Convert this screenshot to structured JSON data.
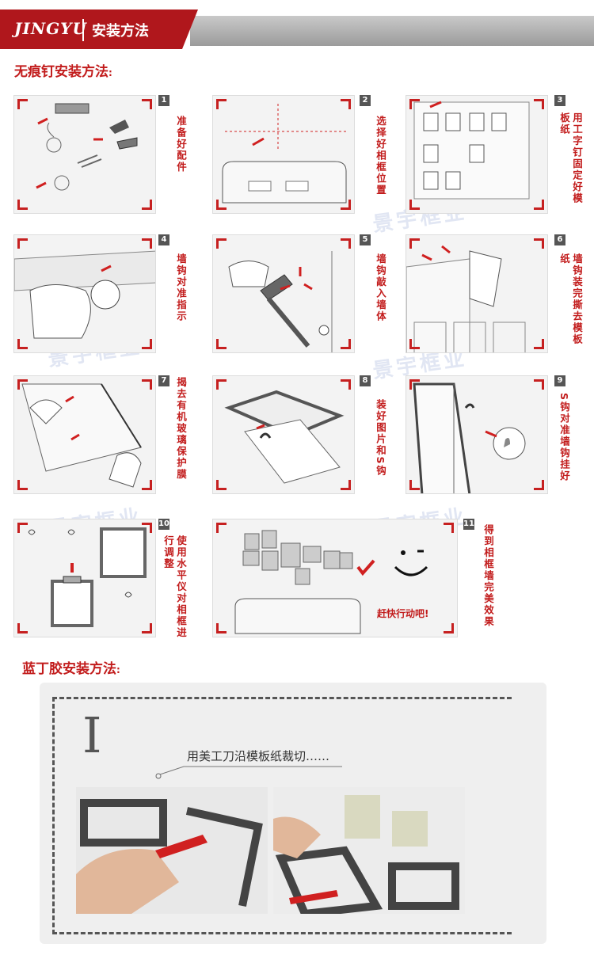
{
  "header": {
    "brand": "JINGYU",
    "title": "安装方法"
  },
  "section1": {
    "title": "无痕钉安装方法",
    "colon": ":"
  },
  "section2": {
    "title": "蓝丁胶安装方法",
    "colon": ":"
  },
  "steps": [
    {
      "number": "1",
      "label": "准备好配件"
    },
    {
      "number": "2",
      "label": "选择好相框位置"
    },
    {
      "number": "3",
      "label": "用工字钉固定好模板纸"
    },
    {
      "number": "4",
      "label": "墙钩对准指示"
    },
    {
      "number": "5",
      "label": "墙钩敲入墙体"
    },
    {
      "number": "6",
      "label": "墙钩装完撕去模板纸"
    },
    {
      "number": "7",
      "label": "揭去有机玻璃保护膜"
    },
    {
      "number": "8",
      "label": "装好图片和S钩"
    },
    {
      "number": "9",
      "label": "S钩对准墙钩挂好"
    },
    {
      "number": "10",
      "label": "使用水平仪对相框进行调整"
    },
    {
      "number": "11",
      "label": "得到相框墙完美效果"
    }
  ],
  "step11_slogan": "赶快行动吧!",
  "glue": {
    "roman_numeral": "I",
    "caption": "用美工刀沿模板纸裁切……"
  },
  "watermark": "景宇框业",
  "colors": {
    "accent_red": "#b0171c",
    "text_red": "#c21c1c",
    "header_grey": "#a8a8a8"
  }
}
